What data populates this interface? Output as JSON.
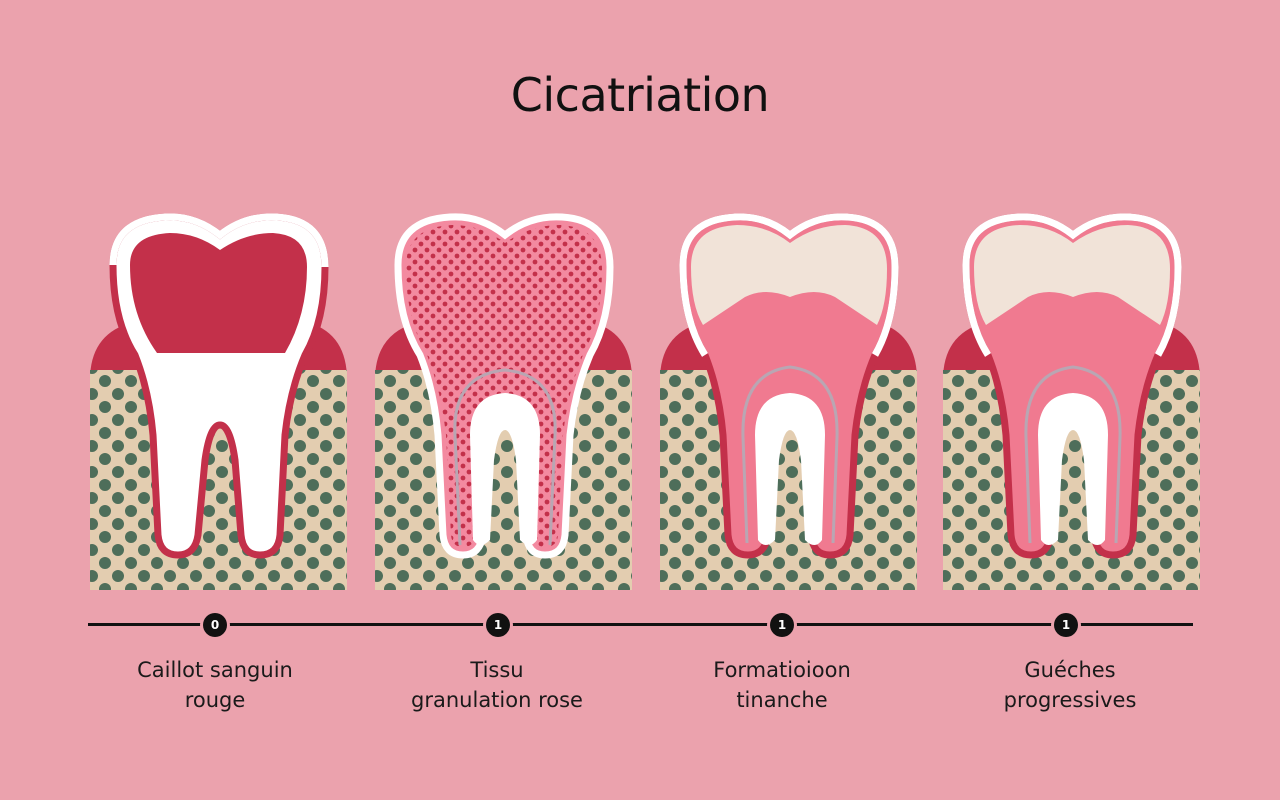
{
  "title": "Cicatriation",
  "stages": [
    {
      "step": "0",
      "line1": "Caillot sanguin",
      "line2": "rouge"
    },
    {
      "step": "1",
      "line1": "Tissu",
      "line2": "granulation rose"
    },
    {
      "step": "1",
      "line1": "Formatioioon",
      "line2": "tinanche"
    },
    {
      "step": "1",
      "line1": "Guéches",
      "line2": "progressives"
    }
  ],
  "colors": {
    "background": "#eba2ad",
    "gum": "#c3304a",
    "bone": "#e3cdb0",
    "bone_dots": "#4e6e5a",
    "clot": "#c3304a",
    "granulation": "#f07a90",
    "enamel_new": "#f1e3d8",
    "tooth": "#ffffff"
  }
}
